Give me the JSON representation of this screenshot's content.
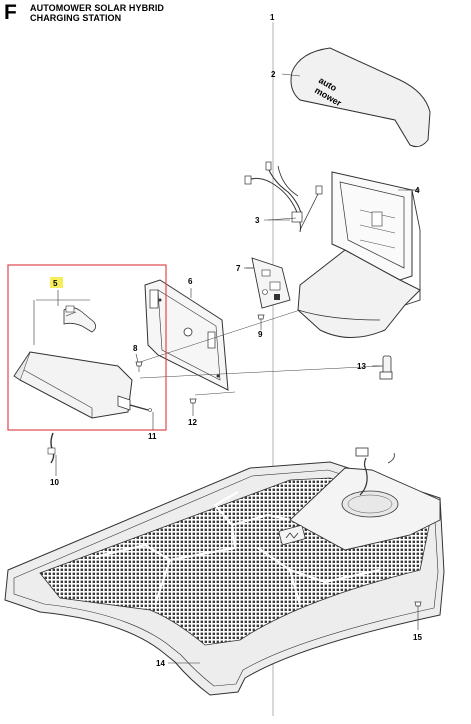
{
  "header": {
    "section_letter": "F",
    "title_line1": "AUTOMOWER SOLAR HYBRID",
    "title_line2": "CHARGING STATION"
  },
  "callouts": {
    "c1": "1",
    "c2": "2",
    "c3": "3",
    "c4": "4",
    "c5": "5",
    "c6": "6",
    "c7": "7",
    "c8": "8",
    "c9": "9",
    "c10": "10",
    "c11": "11",
    "c12": "12",
    "c13": "13",
    "c14": "14",
    "c15": "15"
  },
  "cover_branding": [
    "auto",
    "mower"
  ],
  "colors": {
    "highlight_box": "#e0484f",
    "callout_5_highlight": "#f4ee5a",
    "line_art": "#333333",
    "fill_light": "#f2f2f2"
  }
}
